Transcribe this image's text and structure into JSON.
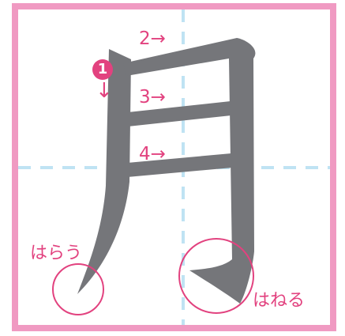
{
  "strokes": {
    "s1": "1",
    "s2": "2",
    "s3": "3",
    "s4": "4",
    "right_arrow": "→",
    "down_arrow": "↓"
  },
  "annotations": {
    "harai": "はらう",
    "hane": "はねる"
  },
  "colors": {
    "accent": "#e2427f",
    "frame": "#f09ac2",
    "guide": "#bfe3f3",
    "glyph": "#75767a"
  }
}
